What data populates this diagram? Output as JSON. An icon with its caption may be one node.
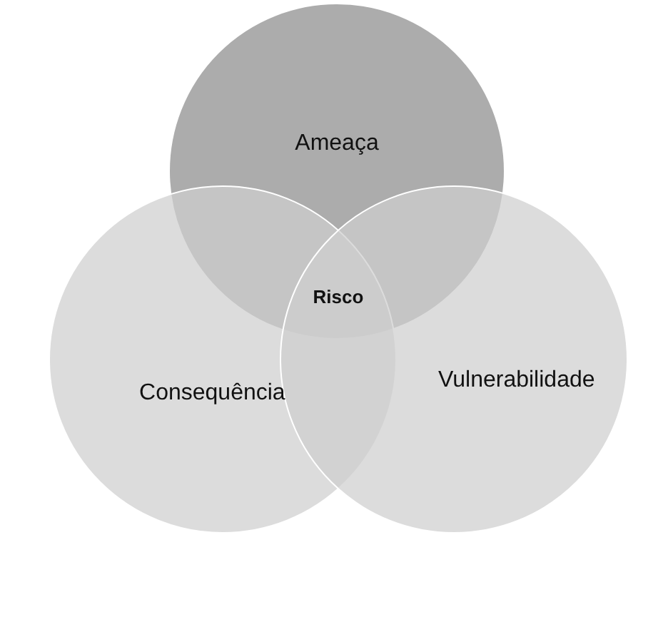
{
  "diagram": {
    "nodes": [
      {
        "text": [
          "Ameaça"
        ]
      },
      {
        "text": [
          "Consequência"
        ]
      },
      {
        "text": [
          "Vulnerabilidade"
        ]
      }
    ],
    "labels": [
      "Risco"
    ]
  }
}
